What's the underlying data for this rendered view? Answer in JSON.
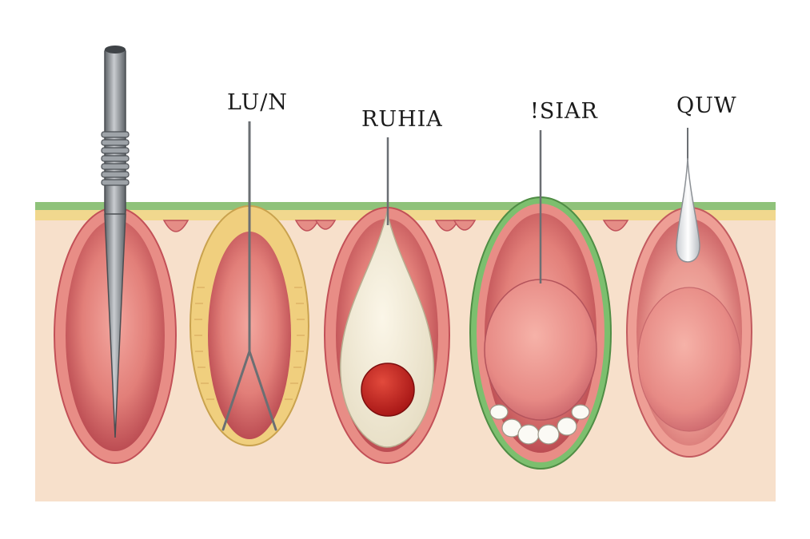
{
  "labels": {
    "panel_2": "LU/N",
    "panel_3": "RUHIA",
    "panel_4": "!SIAR",
    "panel_5": "QUW"
  },
  "colors": {
    "skin_fill": "#f7e0cb",
    "surface_green": "#8fc27a",
    "surface_yellow": "#f1d88e",
    "cavity_outer": "#e17c76",
    "cavity_inner": "#b8424a",
    "instrument_steel": "#8d9196",
    "membrane_yellow": "#f0cf7e",
    "cyst_cream": "#f1ead6",
    "nodule_red": "#c51f1f",
    "teeth_white": "#fbfaf5",
    "capsule_green": "#7cbf6e"
  },
  "icons": {
    "panel_1": "threaded-probe-icon",
    "panel_2": "forceps-icon",
    "panel_3": "needle-icon",
    "panel_4": "needle-icon",
    "panel_5": "droplet-icon"
  }
}
